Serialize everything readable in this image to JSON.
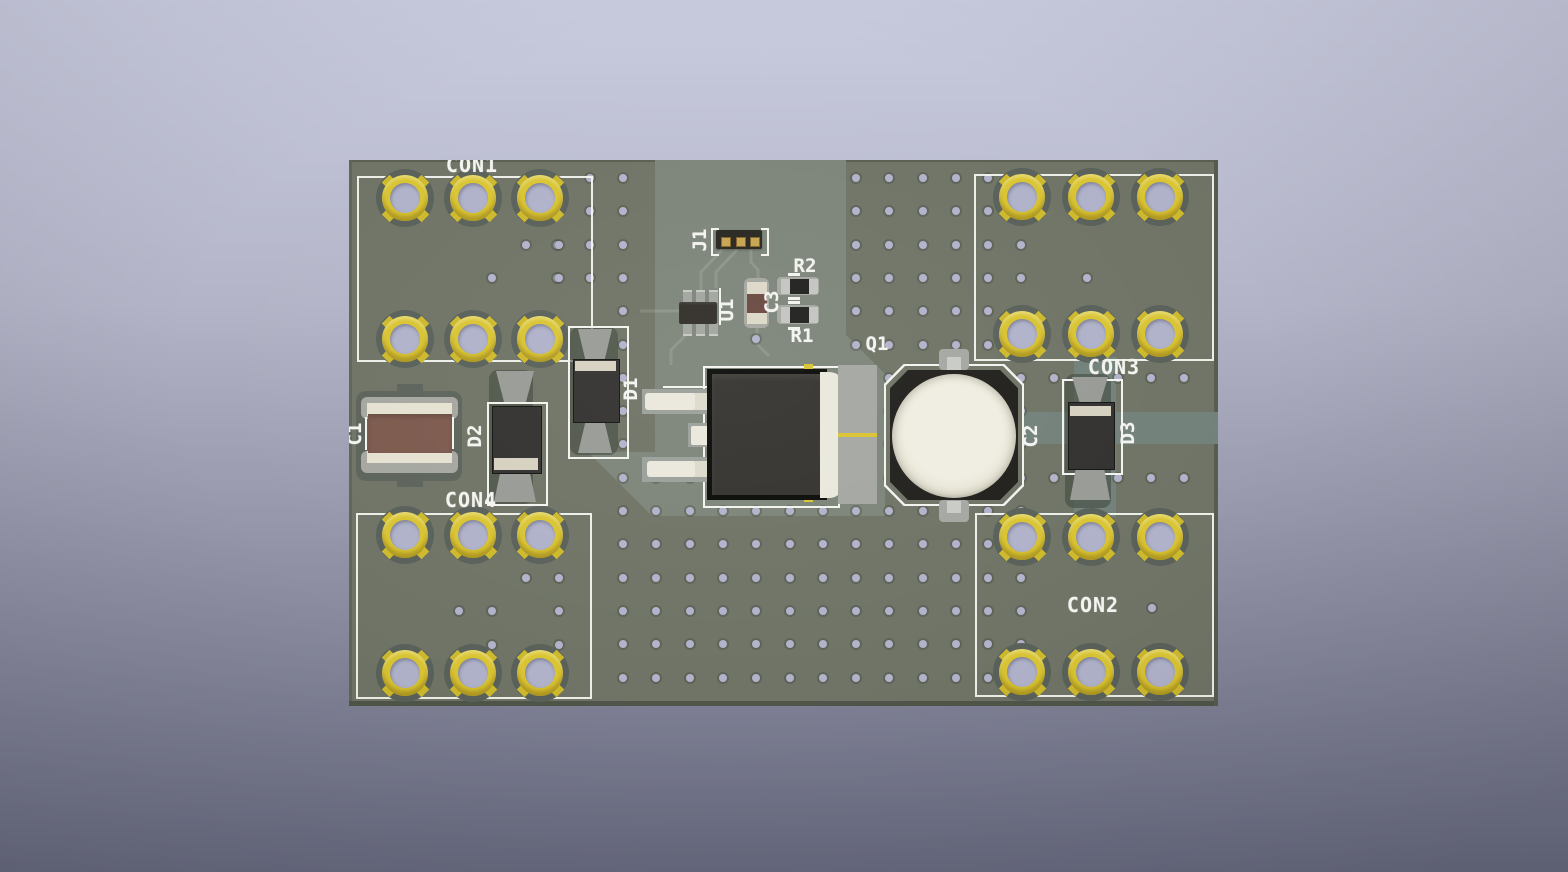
{
  "app": {
    "view_description": "3D rendered printed circuit board, top view, on gradient backdrop"
  },
  "pcb": {
    "labels": {
      "con1": "CON1",
      "con2": "CON2",
      "con3": "CON3",
      "con4": "CON4",
      "c1": "C1",
      "c2": "C2",
      "c3": "C3",
      "d1": "D1",
      "d2": "D2",
      "d3": "D3",
      "r1": "R1",
      "r2": "R2",
      "q1": "Q1",
      "u1": "U1",
      "j1": "J1"
    },
    "connectors": [
      {
        "ref": "CON1",
        "pads": 6,
        "position": "top-left"
      },
      {
        "ref": "CON3",
        "pads": 6,
        "position": "top-right"
      },
      {
        "ref": "CON4",
        "pads": 6,
        "position": "bottom-left"
      },
      {
        "ref": "CON2",
        "pads": 6,
        "position": "bottom-right"
      }
    ],
    "components": [
      {
        "ref": "C1",
        "type": "capacitor-smd-large"
      },
      {
        "ref": "C2",
        "type": "capacitor-electrolytic"
      },
      {
        "ref": "C3",
        "type": "capacitor-smd"
      },
      {
        "ref": "D1",
        "type": "diode-smd"
      },
      {
        "ref": "D2",
        "type": "diode-smd"
      },
      {
        "ref": "D3",
        "type": "diode-smd"
      },
      {
        "ref": "R1",
        "type": "resistor-smd"
      },
      {
        "ref": "R2",
        "type": "resistor-smd"
      },
      {
        "ref": "Q1",
        "type": "transistor-dpak"
      },
      {
        "ref": "U1",
        "type": "ic-sot23-6"
      },
      {
        "ref": "J1",
        "type": "pin-header-3"
      }
    ],
    "colors": {
      "solder_mask": "#6f7466",
      "copper_pour": "#7d857a",
      "trace_zone": "#73817b",
      "silkscreen": "#f3f3ef",
      "pad_gold": "#d9c431",
      "hole": "#b2b3cb",
      "background_top": "#c9cbdf",
      "background_bottom": "#686a80"
    }
  }
}
